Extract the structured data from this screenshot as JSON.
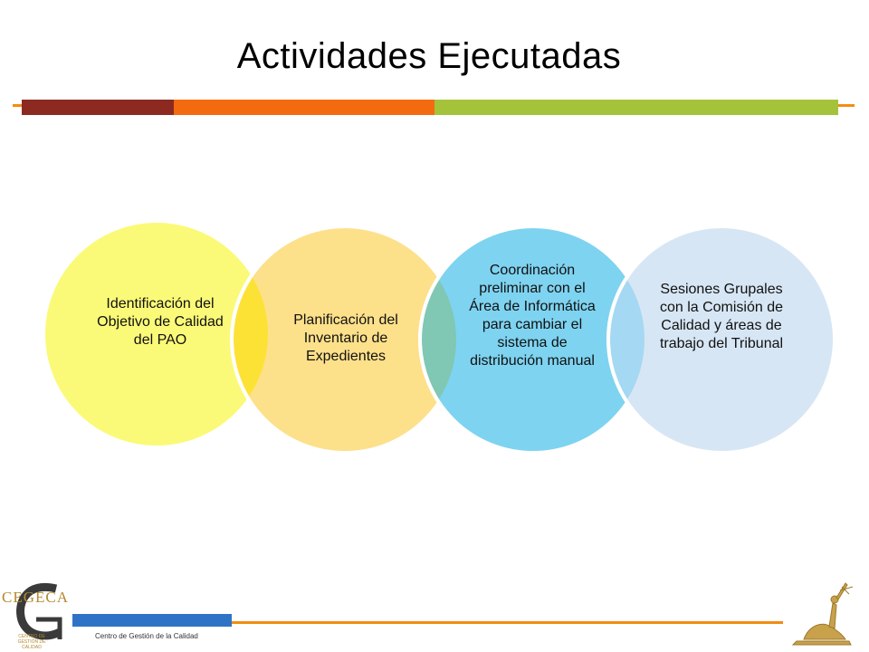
{
  "slide": {
    "title": "Actividades Ejecutadas"
  },
  "diagram": {
    "type": "overlapping-circles",
    "items": [
      {
        "text": "Identificación del Objetivo de Calidad del PAO",
        "color": "#fbfa78"
      },
      {
        "text": "Planificación del Inventario de Expedientes",
        "color": "#fde08a"
      },
      {
        "text": "Coordinación preliminar con el Área de Informática para cambiar el sistema de distribución manual",
        "color": "#7ed3f0"
      },
      {
        "text": "Sesiones Grupales con la Comisión de Calidad y áreas de trabajo del Tribunal",
        "color": "#d7e6f4"
      }
    ],
    "overlap_colors": [
      "#fde236",
      "#80c7b4",
      "#a5d8f2"
    ]
  },
  "header_bar": {
    "colors": [
      "#8c2a22",
      "#f46a0f",
      "#a5c33a"
    ],
    "line_color": "#f28c13"
  },
  "footer": {
    "text": "Centro de Gestión de la Calidad",
    "logo_text": "CEGECA",
    "logo_subtext": "CENTRO DE GESTIÓN DE CALIDAD",
    "icons": [
      "cegeca-logo-icon",
      "justice-statue-icon"
    ]
  }
}
